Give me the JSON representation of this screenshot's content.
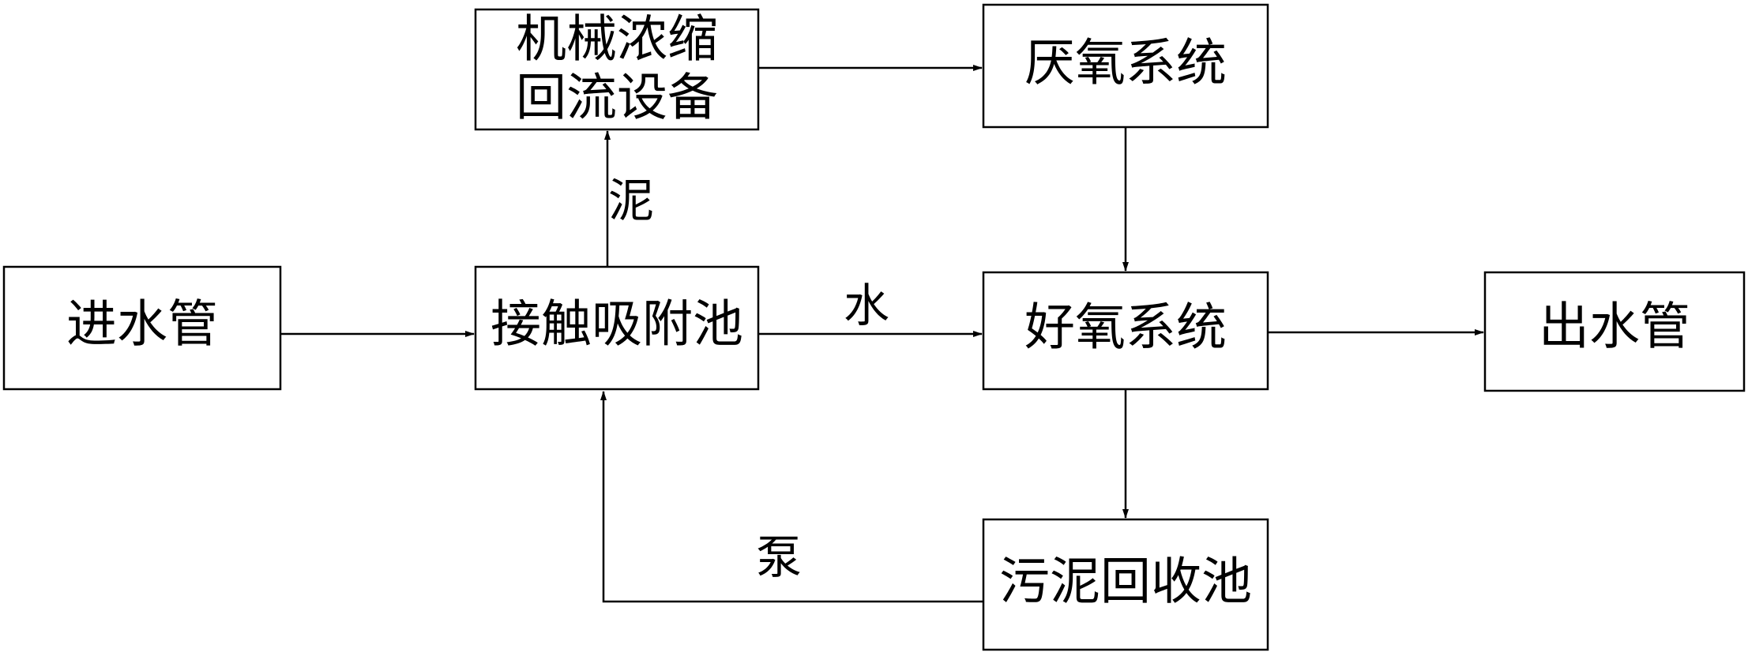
{
  "nodes": {
    "inlet_pipe": "进水管",
    "contact_adsorption_tank": "接触吸附池",
    "mechanical_thickening": [
      "机械浓缩",
      "回流设备"
    ],
    "anaerobic_system": "厌氧系统",
    "aerobic_system": "好氧系统",
    "outlet_pipe": "出水管",
    "sludge_recovery_tank": "污泥回收池"
  },
  "edge_labels": {
    "sludge": "泥",
    "water": "水",
    "pump": "泵"
  },
  "colors": {
    "line": "#000000",
    "background": "#ffffff"
  }
}
